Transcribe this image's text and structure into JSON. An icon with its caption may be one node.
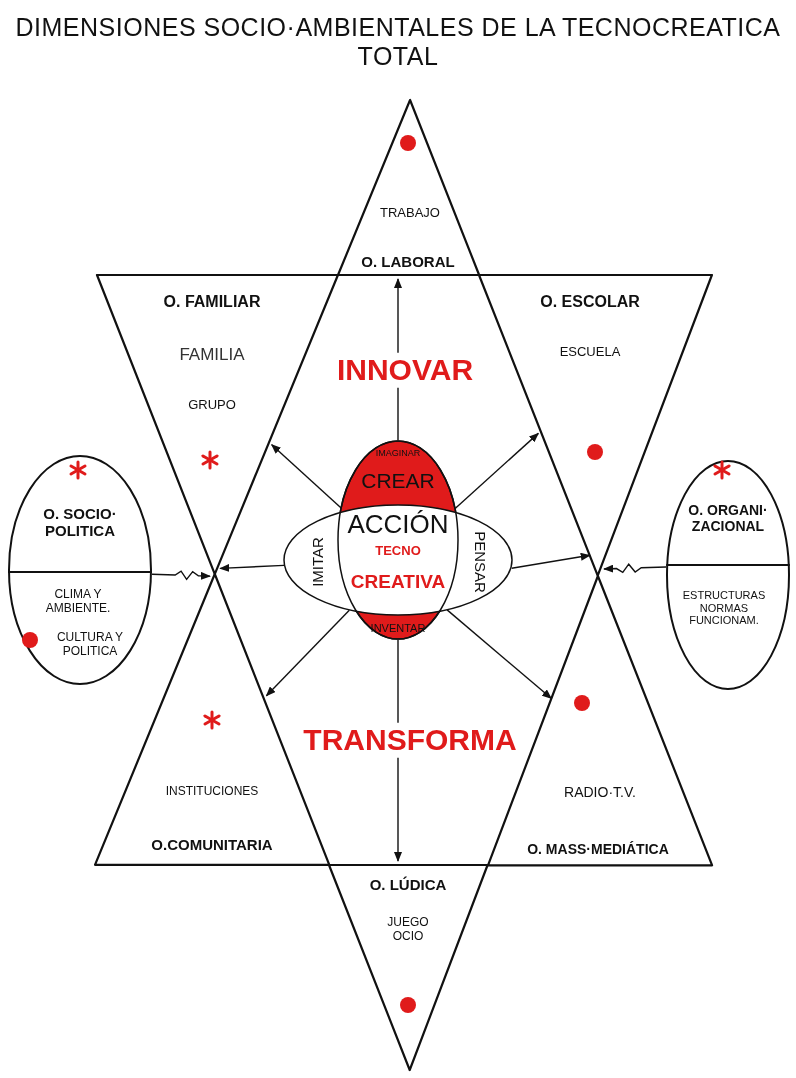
{
  "diagram": {
    "title": "DIMENSIONES SOCIO·AMBIENTALES DE LA TECNOCREATICA TOTAL",
    "nodes": [
      {
        "text": [
          "TRABAJO",
          "O. LABORAL"
        ]
      },
      {
        "text": [
          "O. FAMILIAR",
          "FAMILIA",
          "GRUPO"
        ]
      },
      {
        "text": [
          "O. ESCOLAR",
          "ESCUELA"
        ]
      },
      {
        "text": [
          "O. SOCIO· POLITICA",
          "CLIMA Y AMBIENTE.",
          "CULTURA Y POLITICA"
        ]
      },
      {
        "text": [
          "IMAGINAR",
          "CREAR",
          "IMITAR",
          "ACCIÓN",
          "TECNO",
          "CREATIVA",
          "PENSAR",
          "INVENTAR"
        ]
      },
      {
        "text": [
          "O. ORGANI· ZACIONAL",
          "ESTRUCTURAS NORMAS FUNCIONAM."
        ]
      },
      {
        "text": [
          "INSTITUCIONES",
          "O.COMUNITARIA"
        ]
      },
      {
        "text": [
          "RADIO·T.V.",
          "O. MASS·MEDIÁTICA"
        ]
      },
      {
        "text": [
          "O. LÚDICA",
          "JUEGO OCIO"
        ]
      }
    ],
    "edges": [
      {
        "from": 4,
        "to": 0,
        "arrow": "to"
      },
      {
        "from": 4,
        "to": 1,
        "arrow": "to"
      },
      {
        "from": 4,
        "to": 2,
        "arrow": "to"
      },
      {
        "from": 3,
        "to": 6,
        "arrow": "to"
      },
      {
        "from": 4,
        "to": 1,
        "arrow": "to"
      },
      {
        "from": 4,
        "to": 2,
        "arrow": "to"
      },
      {
        "from": 5,
        "to": 2,
        "arrow": "to"
      },
      {
        "from": 4,
        "to": 6,
        "arrow": "to"
      },
      {
        "from": 4,
        "to": 7,
        "arrow": "to"
      },
      {
        "from": 4,
        "to": 8,
        "arrow": "to"
      }
    ],
    "labels": [
      "INNOVAR",
      "TRANSFORMA"
    ]
  }
}
